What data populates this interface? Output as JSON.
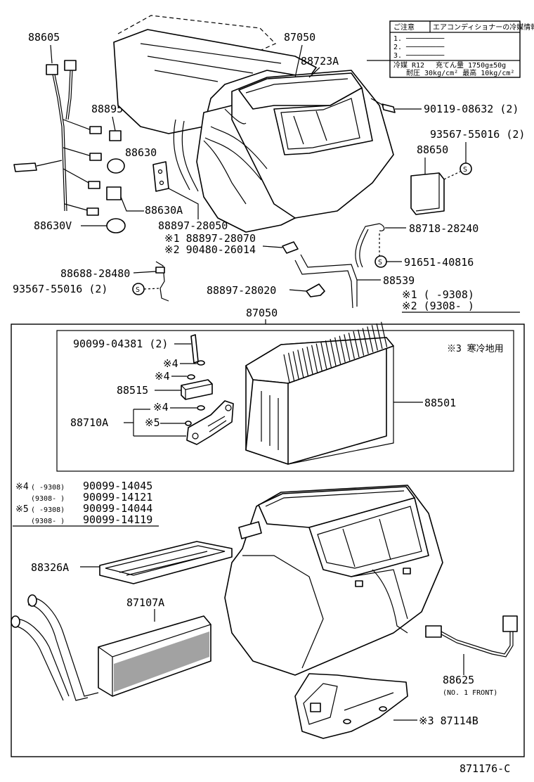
{
  "diagram": {
    "ref_code": "871176-C",
    "assembly_label": "87050",
    "labels_top": {
      "p88605": "88605",
      "p87050": "87050",
      "p88723A": "88723A",
      "p88895": "88895",
      "p88630": "88630",
      "p88630A": "88630A",
      "p88630V": "88630V",
      "p90119": "90119-08632 (2)",
      "p93567a": "93567-55016 (2)",
      "p88650": "88650",
      "p88897_28050": "88897-28050",
      "p_note1_part": "※1  88897-28070",
      "p_note2_part": "※2  90480-26014",
      "p88718": "88718-28240",
      "p91651": "91651-40816",
      "p88688": "88688-28480",
      "p93567b": "93567-55016 (2)",
      "p88897_28020": "88897-28020",
      "p88539": "88539",
      "legend1": "※1  (      -9308)",
      "legend2": "※2  (9308-      )"
    },
    "caution_label": {
      "title": "ご注意",
      "header": "エアコンディショナーの冷媒情報",
      "line1": "1. ─────────",
      "line2": "2. ─────────",
      "line3": "3. ─────────",
      "refrigerant": "冷媒 R12",
      "spec_amount": "充てん量 1750g±50g",
      "spec_pressure": "耐圧 30kg/cm²  最高 10kg/cm²"
    },
    "evaporator_box": {
      "p90099_04381": "90099-04381 (2)",
      "note4a": "※4",
      "note4b": "※4",
      "p88515": "88515",
      "note4c": "※4",
      "note5": "※5",
      "p88710A": "88710A",
      "p88501": "88501",
      "note3": "※3  寒冷地用"
    },
    "notes_table": {
      "n4_mark": "※4",
      "n4_r1_range": "(      -9308)",
      "n4_r1_part": "90099-14045",
      "n4_r2_range": "(9308-      )",
      "n4_r2_part": "90099-14121",
      "n5_mark": "※5",
      "n5_r1_range": "(      -9308)",
      "n5_r1_part": "90099-14044",
      "n5_r2_range": "(9308-      )",
      "n5_r2_part": "90099-14119"
    },
    "labels_bottom": {
      "p88326A": "88326A",
      "p87107A": "87107A",
      "p88625": "88625",
      "p88625_sub": "(NO. 1 FRONT)",
      "p87114B": "※3  87114B"
    }
  }
}
